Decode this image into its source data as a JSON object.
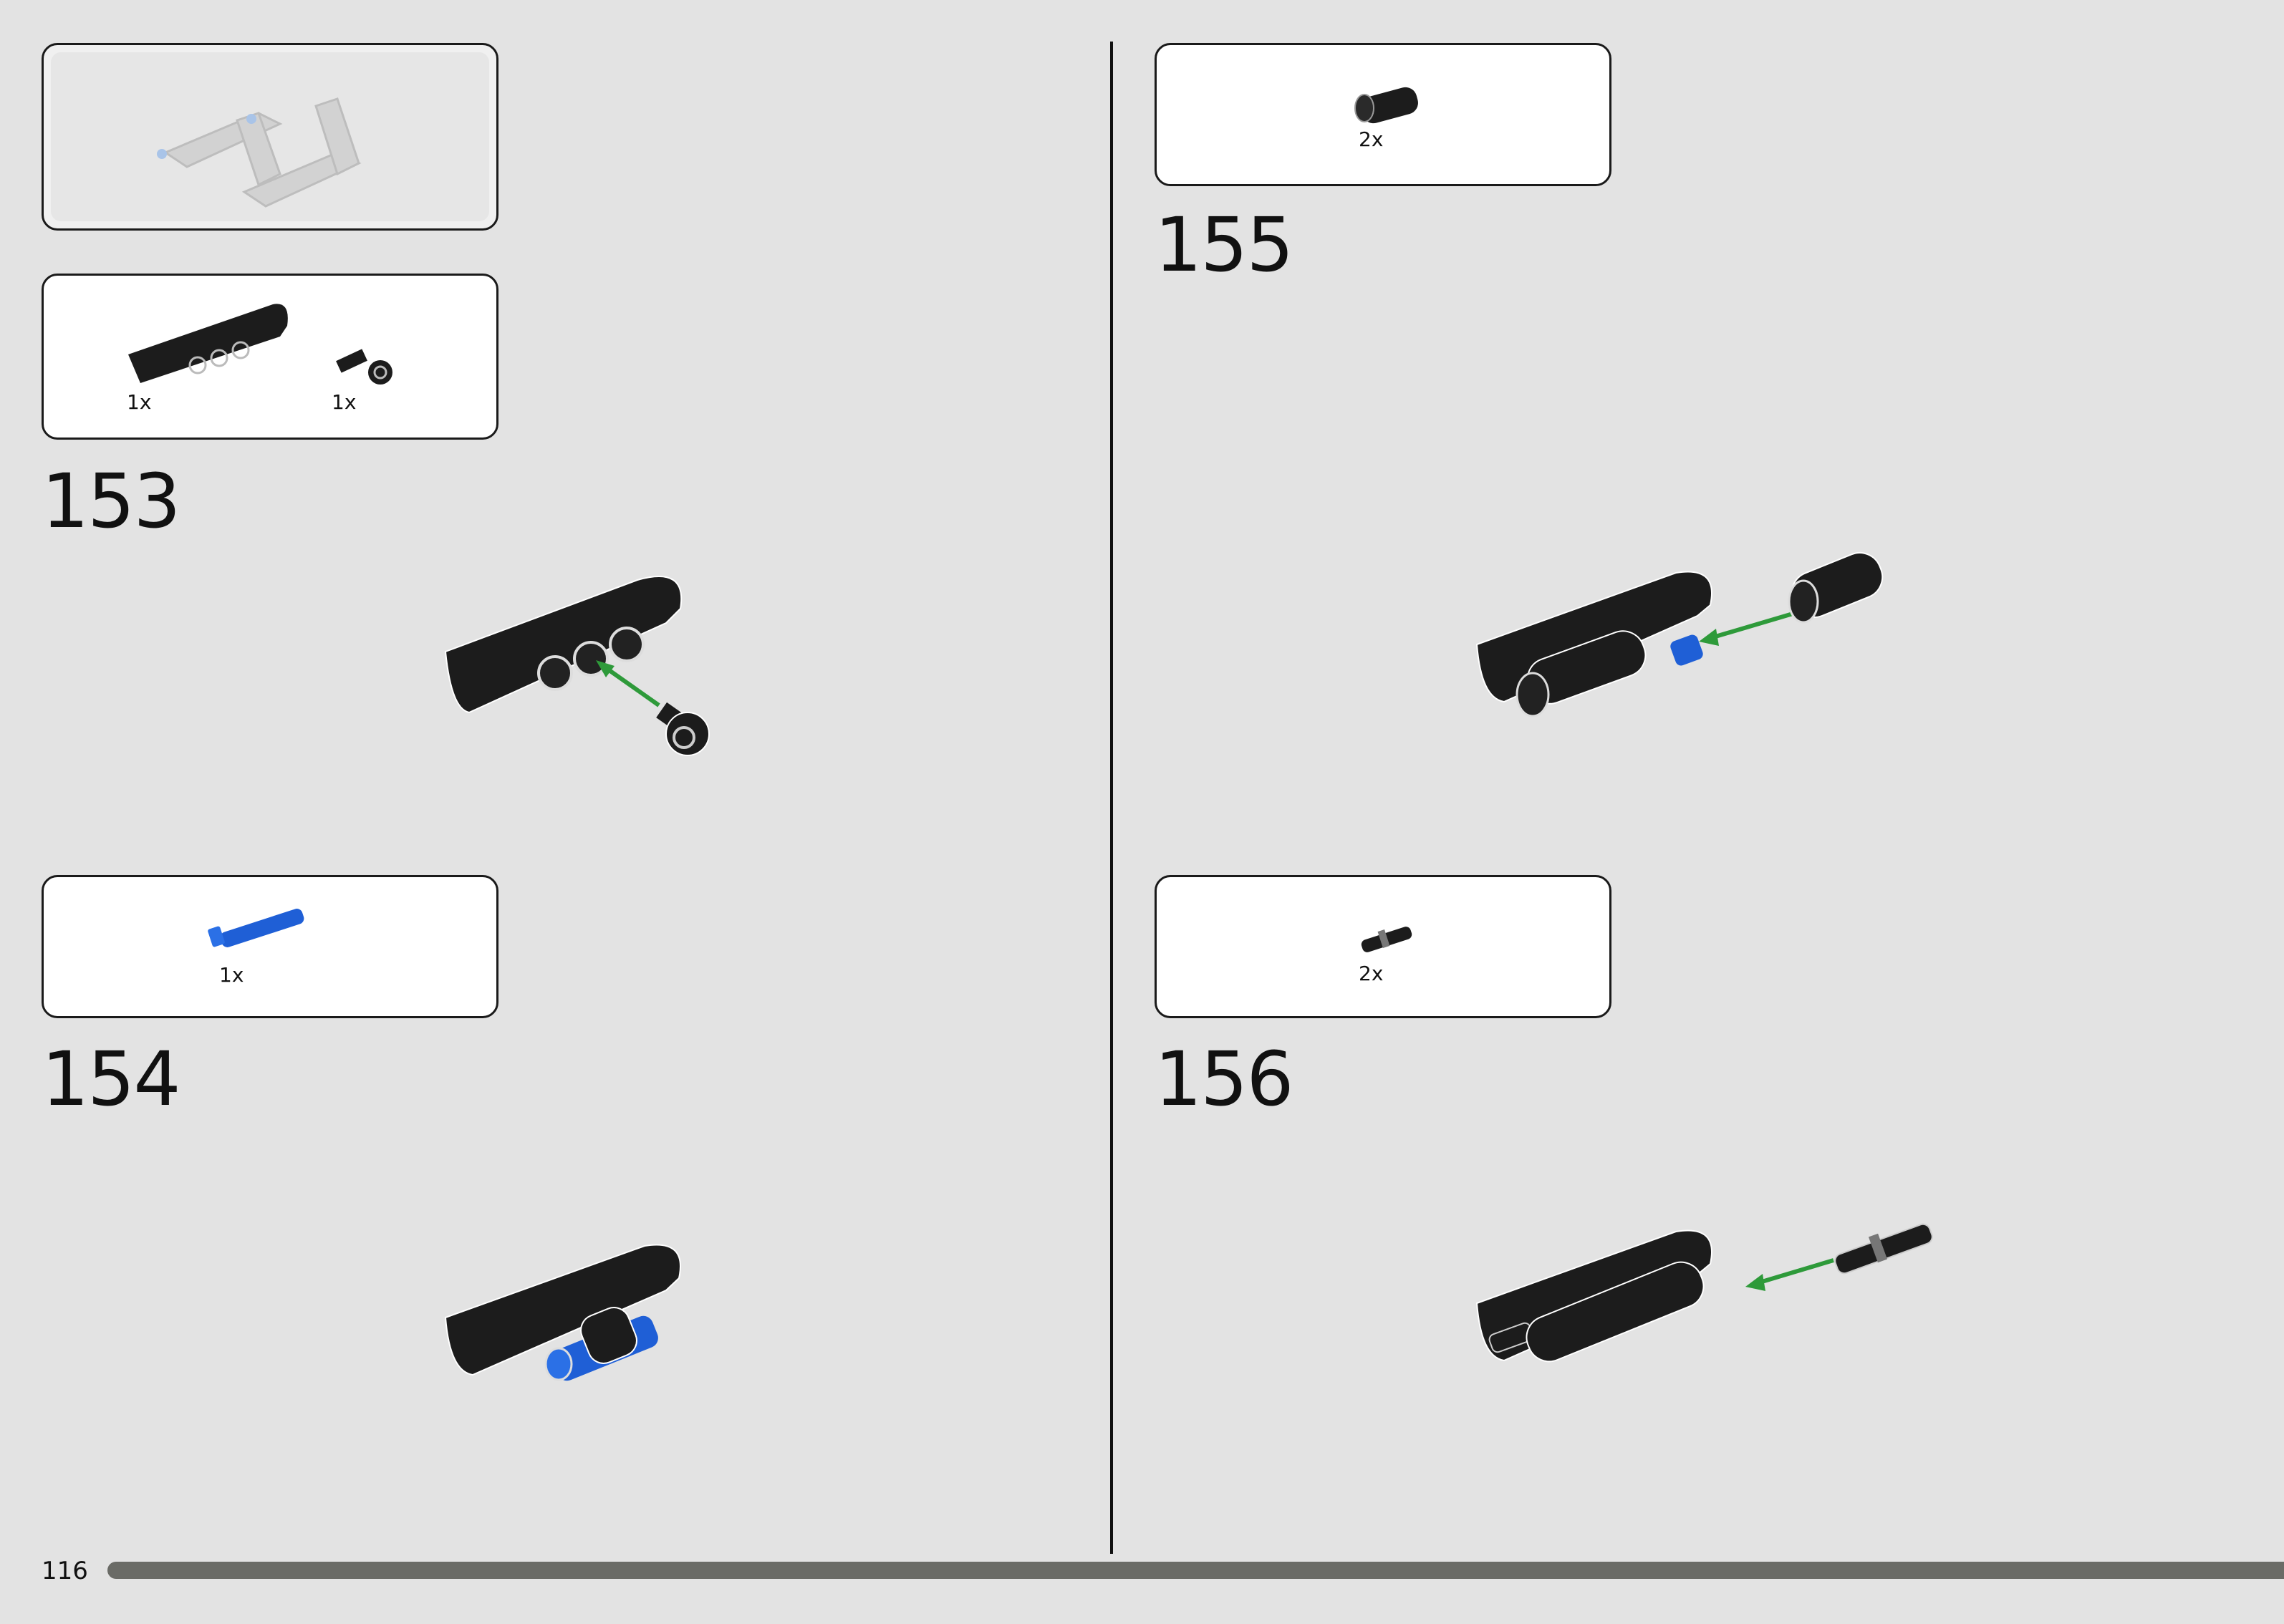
{
  "page": {
    "number": "116"
  },
  "colors": {
    "background": "#e3e3e3",
    "black_part": "#1c1c1c",
    "blue_part": "#1f5fd6",
    "arrow": "#2e9a3a",
    "progress_bar": "#6a6b66"
  },
  "steps": [
    {
      "number": "153",
      "parts": [
        {
          "qty": "1x",
          "icon": "black-panel-icon"
        },
        {
          "qty": "1x",
          "icon": "black-connector-icon"
        }
      ]
    },
    {
      "number": "154",
      "parts": [
        {
          "qty": "1x",
          "icon": "blue-axle-pin-icon"
        }
      ]
    },
    {
      "number": "155",
      "parts": [
        {
          "qty": "2x",
          "icon": "black-bush-icon"
        }
      ]
    },
    {
      "number": "156",
      "parts": [
        {
          "qty": "2x",
          "icon": "black-pin-icon"
        }
      ]
    }
  ]
}
